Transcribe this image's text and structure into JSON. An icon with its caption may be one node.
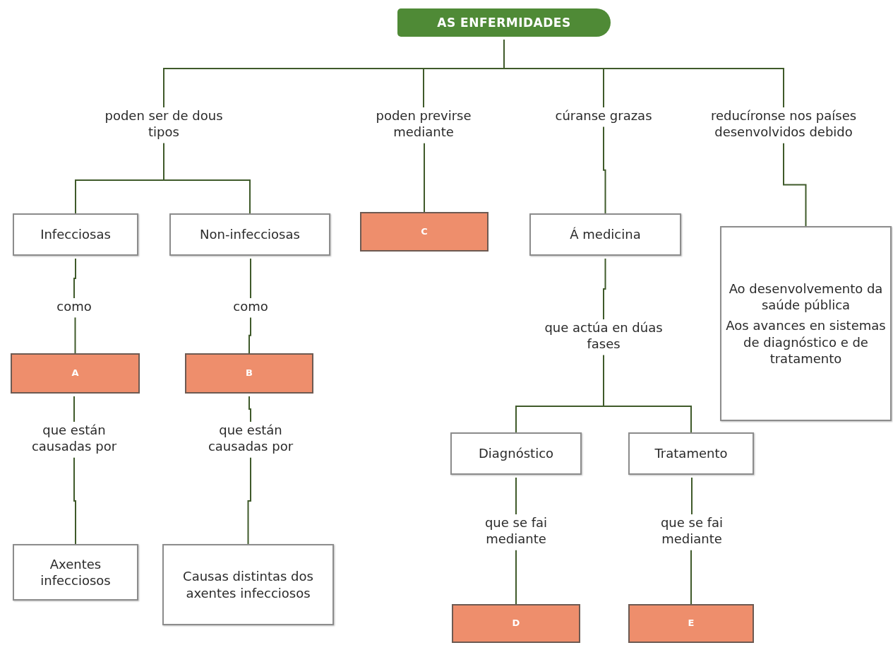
{
  "diagram": {
    "nodes": [
      {
        "text": [
          "AS ENFERMIDADES"
        ]
      },
      {
        "text": [
          "poden ser de dous tipos"
        ]
      },
      {
        "text": [
          "poden previrse mediante"
        ]
      },
      {
        "text": [
          "cúranse grazas"
        ]
      },
      {
        "text": [
          "reducíronse nos países desenvolvidos debido"
        ]
      },
      {
        "text": [
          "Infecciosas"
        ]
      },
      {
        "text": [
          "Non-infecciosas"
        ]
      },
      {
        "text": [
          "C"
        ]
      },
      {
        "text": [
          "Á medicina"
        ]
      },
      {
        "text": [
          "Ao desenvolvemento da saúde pública",
          "Aos avances en sistemas de diagnóstico e de tratamento"
        ]
      },
      {
        "text": [
          "como"
        ]
      },
      {
        "text": [
          "como"
        ]
      },
      {
        "text": [
          "que actúa en dúas fases"
        ]
      },
      {
        "text": [
          "A"
        ]
      },
      {
        "text": [
          "B"
        ]
      },
      {
        "text": [
          "que están causadas por"
        ]
      },
      {
        "text": [
          "que están causadas por"
        ]
      },
      {
        "text": [
          "Diagnóstico"
        ]
      },
      {
        "text": [
          "Tratamento"
        ]
      },
      {
        "text": [
          "Axentes infecciosos"
        ]
      },
      {
        "text": [
          "Causas distintas dos axentes infecciosos"
        ]
      },
      {
        "text": [
          "que se fai mediante"
        ]
      },
      {
        "text": [
          "que se fai mediante"
        ]
      },
      {
        "text": [
          "D"
        ]
      },
      {
        "text": [
          "E"
        ]
      }
    ],
    "edges": [
      {
        "from": 0,
        "to": 1,
        "arrow": "none"
      },
      {
        "from": 0,
        "to": 2,
        "arrow": "none"
      },
      {
        "from": 0,
        "to": 3,
        "arrow": "none"
      },
      {
        "from": 0,
        "to": 4,
        "arrow": "none"
      },
      {
        "from": 1,
        "to": 5,
        "arrow": "none"
      },
      {
        "from": 1,
        "to": 6,
        "arrow": "none"
      },
      {
        "from": 2,
        "to": 7,
        "arrow": "none"
      },
      {
        "from": 3,
        "to": 8,
        "arrow": "none"
      },
      {
        "from": 4,
        "to": 9,
        "arrow": "none"
      },
      {
        "from": 5,
        "to": 10,
        "arrow": "none"
      },
      {
        "from": 6,
        "to": 11,
        "arrow": "none"
      },
      {
        "from": 8,
        "to": 12,
        "arrow": "none"
      },
      {
        "from": 10,
        "to": 13,
        "arrow": "none"
      },
      {
        "from": 11,
        "to": 14,
        "arrow": "none"
      },
      {
        "from": 12,
        "to": 17,
        "arrow": "none"
      },
      {
        "from": 12,
        "to": 18,
        "arrow": "none"
      },
      {
        "from": 13,
        "to": 15,
        "arrow": "none"
      },
      {
        "from": 14,
        "to": 16,
        "arrow": "none"
      },
      {
        "from": 15,
        "to": 19,
        "arrow": "none"
      },
      {
        "from": 16,
        "to": 20,
        "arrow": "none"
      },
      {
        "from": 17,
        "to": 21,
        "arrow": "none"
      },
      {
        "from": 18,
        "to": 22,
        "arrow": "none"
      },
      {
        "from": 21,
        "to": 23,
        "arrow": "none"
      },
      {
        "from": 22,
        "to": 24,
        "arrow": "none"
      }
    ]
  }
}
